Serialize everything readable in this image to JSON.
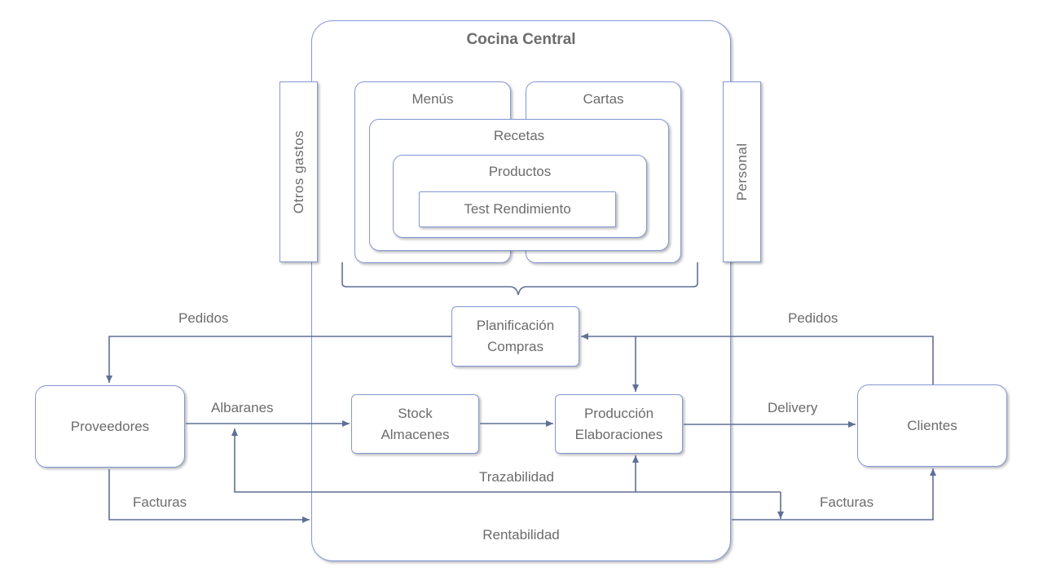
{
  "central": {
    "title": "Cocina Central",
    "bottom_label": "Rentabilidad"
  },
  "side": {
    "left": "Otros gastos",
    "right": "Personal"
  },
  "nested": {
    "menus": "Menús",
    "cartas": "Cartas",
    "recetas": "Recetas",
    "productos": "Productos",
    "test": "Test Rendimiento"
  },
  "process": {
    "planificacion": [
      "Planificación",
      "Compras"
    ],
    "stock": [
      "Stock",
      "Almacenes"
    ],
    "produccion": [
      "Producción",
      "Elaboraciones"
    ]
  },
  "actors": {
    "proveedores": "Proveedores",
    "clientes": "Clientes"
  },
  "flows": {
    "pedidos_left": "Pedidos",
    "pedidos_right": "Pedidos",
    "albaranes": "Albaranes",
    "delivery": "Delivery",
    "trazabilidad": "Trazabilidad",
    "facturas_left": "Facturas",
    "facturas_right": "Facturas"
  },
  "colors": {
    "border": "#8497d6",
    "connector": "#5f6f96",
    "text": "#6b6b6b"
  }
}
